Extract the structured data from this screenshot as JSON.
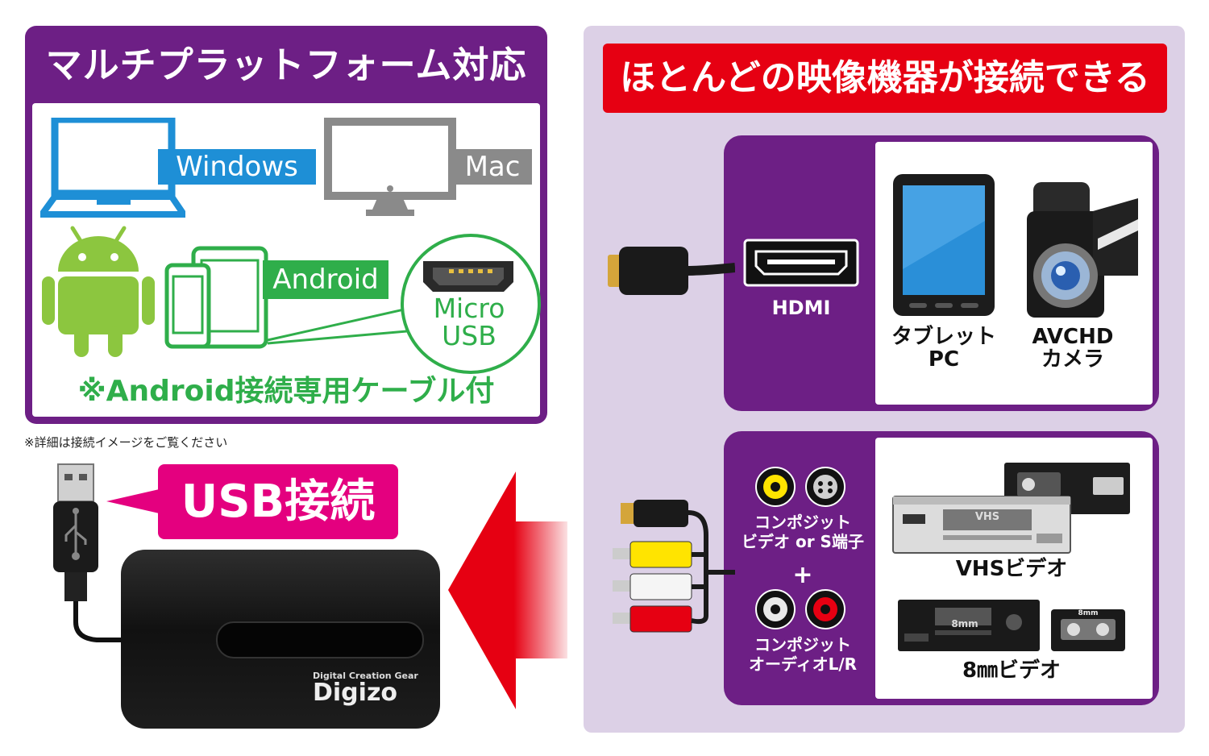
{
  "left_panel": {
    "title": "マルチプラットフォーム対応",
    "windows_label": "Windows",
    "mac_label": "Mac",
    "android_label": "Android",
    "micro_usb_line1": "Micro",
    "micro_usb_line2": "USB",
    "android_cable_note": "※Android接続専用ケーブル付"
  },
  "image_note": "※詳細は接続イメージをご覧ください",
  "usb_connection": "USB接続",
  "product": {
    "tagline": "Digital Creation Gear",
    "brand": "Digizo"
  },
  "right_panel": {
    "title": "ほとんどの映像機器が接続できる",
    "hdmi_label": "HDMI",
    "tablet_label_line1": "タブレット",
    "tablet_label_line2": "PC",
    "avchd_label_line1": "AVCHD",
    "avchd_label_line2": "カメラ",
    "composite_video_line1": "コンポジット",
    "composite_video_line2": "ビデオ or S端子",
    "plus": "+",
    "composite_audio_line1": "コンポジット",
    "composite_audio_line2": "オーディオL/R",
    "vhs_label": "VHSビデオ",
    "vhs_deck_text": "VHS",
    "eightmm_label": "8㎜ビデオ",
    "eightmm_deck_text": "8mm",
    "eightmm_tape_text": "8mm"
  },
  "colors": {
    "purple": "#6d1f85",
    "lavender": "#dcd0e6",
    "red": "#e60012",
    "magenta": "#e4007f",
    "windows_blue": "#1e8fd6",
    "mac_gray": "#8a8a8a",
    "android_green": "#8cc63f",
    "micro_green": "#2fae4a"
  },
  "icons": [
    "laptop-icon",
    "monitor-icon",
    "android-robot-icon",
    "tablet-phone-icon",
    "micro-usb-port-icon",
    "usb-plug-icon",
    "red-arrow-icon",
    "hdmi-cable-icon",
    "hdmi-port-icon",
    "tablet-icon",
    "camcorder-icon",
    "rca-cable-icon",
    "composite-video-jack-icon",
    "s-video-jack-icon",
    "audio-jack-white-icon",
    "audio-jack-red-icon",
    "vhs-deck-icon",
    "vhs-tape-icon",
    "eightmm-deck-icon",
    "eightmm-tape-icon"
  ]
}
